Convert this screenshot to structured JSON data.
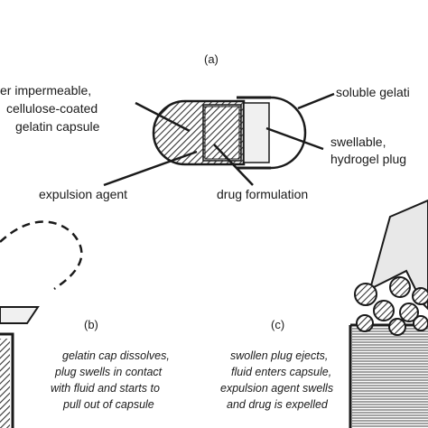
{
  "panel_a": {
    "tag": "(a)",
    "left_label_lines": [
      "er impermeable,",
      "cellulose-coated",
      "gelatin capsule"
    ],
    "right_top_label": "soluble gelati",
    "right_mid_label_lines": [
      "swellable,",
      "hydrogel plug"
    ],
    "bottom_left_label": "expulsion agent",
    "bottom_right_label": "drug formulation"
  },
  "panel_b": {
    "tag": "(b)",
    "caption_lines": [
      "gelatin cap dissolves,",
      "plug swells in contact",
      "with fluid and starts to",
      "pull out of capsule"
    ]
  },
  "panel_c": {
    "tag": "(c)",
    "caption_lines": [
      "swollen plug ejects,",
      "fluid enters capsule,",
      "expulsion agent swells",
      "and drug is expelled"
    ]
  },
  "colors": {
    "stroke": "#1a1a1a",
    "fill_light": "#f2f2f2",
    "fill_gray": "#bdbdbd"
  }
}
